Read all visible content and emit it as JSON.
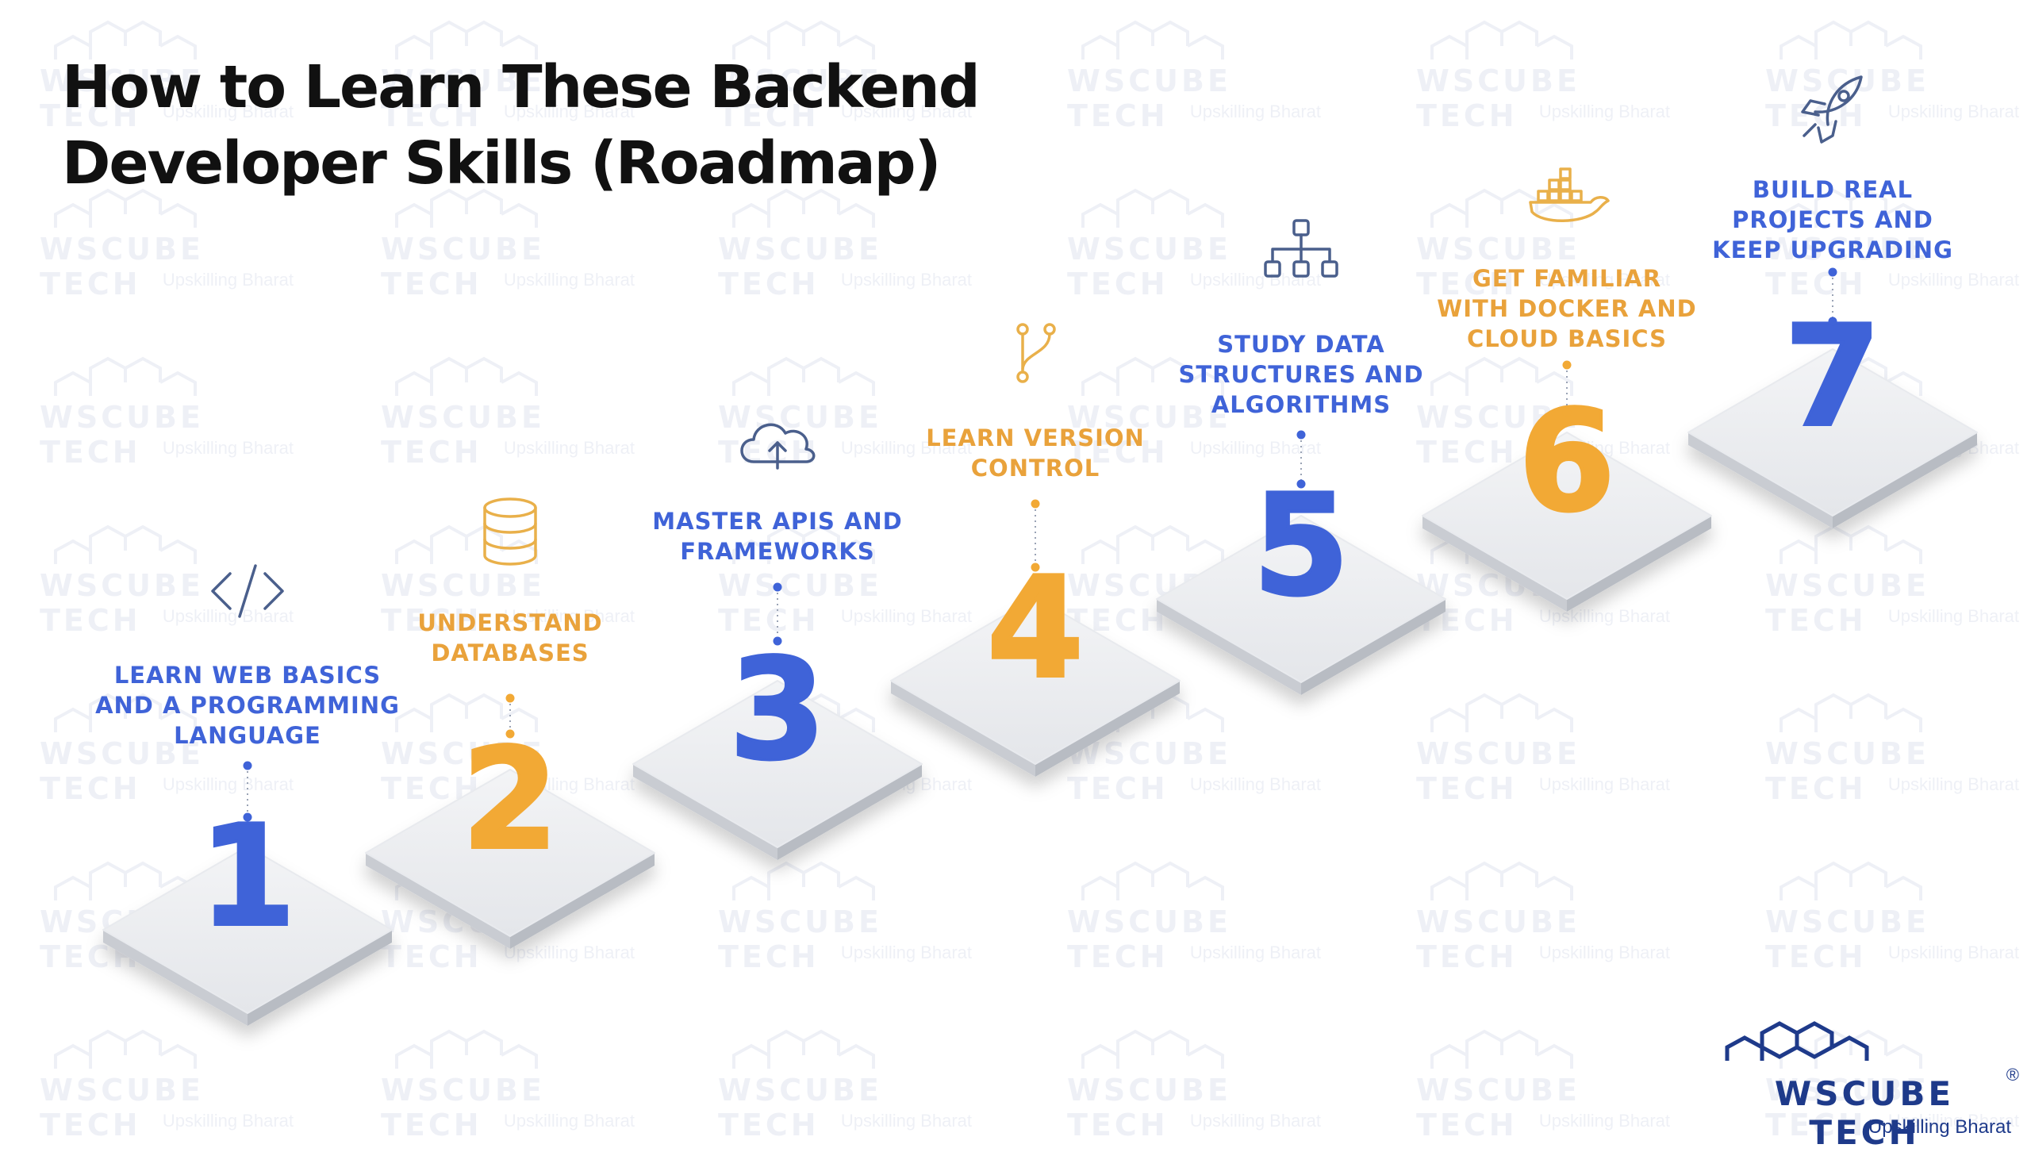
{
  "title": {
    "line1": "How to Learn These Backend",
    "line2": "Developer Skills (Roadmap)"
  },
  "steps": [
    {
      "number": "1",
      "label": [
        "LEARN WEB BASICS",
        "AND A PROGRAMMING",
        "LANGUAGE"
      ],
      "icon": "code-icon",
      "color": "blue"
    },
    {
      "number": "2",
      "label": [
        "UNDERSTAND",
        "DATABASES"
      ],
      "icon": "database-icon",
      "color": "gold"
    },
    {
      "number": "3",
      "label": [
        "MASTER APIS AND",
        "FRAMEWORKS"
      ],
      "icon": "cloud-upload-icon",
      "color": "blue"
    },
    {
      "number": "4",
      "label": [
        "LEARN VERSION",
        "CONTROL"
      ],
      "icon": "git-branch-icon",
      "color": "gold"
    },
    {
      "number": "5",
      "label": [
        "STUDY DATA",
        "STRUCTURES AND",
        "ALGORITHMS"
      ],
      "icon": "hierarchy-icon",
      "color": "blue"
    },
    {
      "number": "6",
      "label": [
        "GET FAMILIAR",
        "WITH DOCKER AND",
        "CLOUD BASICS"
      ],
      "icon": "docker-whale-icon",
      "color": "gold"
    },
    {
      "number": "7",
      "label": [
        "BUILD REAL",
        "PROJECTS AND",
        "KEEP UPGRADING"
      ],
      "icon": "rocket-icon",
      "color": "blue"
    }
  ],
  "colors": {
    "blue": "#3f63d8",
    "gold": "#f2a935",
    "icon_blue": "#4a5f8c",
    "icon_gold": "#e9b04a"
  },
  "watermark": {
    "brand": "WSCUBE TECH",
    "tagline": "Upskilling Bharat"
  },
  "logo": {
    "brand": "WSCUBE TECH",
    "tagline": "Upskilling Bharat",
    "registered": "®"
  }
}
